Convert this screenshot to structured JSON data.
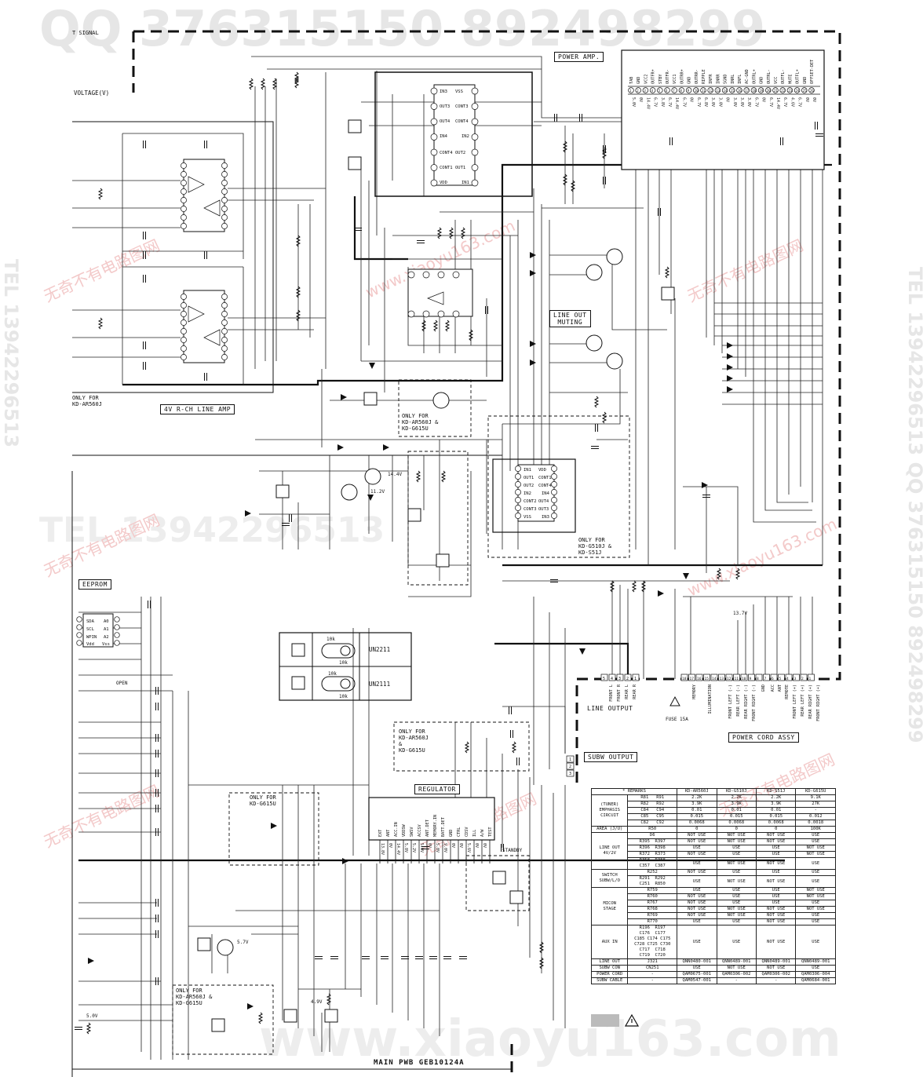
{
  "watermarks": {
    "top": "QQ 376315150   892498299",
    "right": "TEL 13942296513 QQ 376315150 892498299",
    "left": "TEL 13942296513",
    "mid": "TEL 13942296513",
    "bottom": "www.xiaoyu163.com",
    "cn_brand": "无奇不有电路图网",
    "cn_url": "www.xiaoyu163.com"
  },
  "labels": {
    "signal": "T SIGNAL",
    "voltage": "VOLTAGE(V)",
    "power_amp": "POWER AMP.",
    "line_amp": "4V R-CH LINE AMP",
    "only_for_ar560j_left": "ONLY FOR\nKD-AR560J",
    "line_out_muting": "LINE OUT\nMUTING",
    "only_for_ar560j_g615u": "ONLY FOR\nKD-AR560J &\nKD-G615U",
    "only_for_g510j_s51j": "ONLY FOR\nKD-G510J &\nKD-S51J",
    "eeprom": "EEPROM",
    "line_output": "LINE OUTPUT",
    "subw_output": "SUBW OUTPUT",
    "power_cord_assy": "POWER CORD ASSY",
    "regulator": "REGULATOR",
    "only_for_g615u": "ONLY FOR\nKD-G615U",
    "only_for_ar560j_g615u_b": "ONLY FOR\nKD-AR560J\n&\nKD-G615U",
    "only_for_ar560j_g615u_c": "ONLY FOR\nKD-AR560J &\nKD-G615U",
    "main_pwb": "MAIN PWB GEB10124A",
    "fuse": "FUSE 15A",
    "standby": "STANDBY",
    "open": "OPEN",
    "v137": "13.7V",
    "v144": "14.4V",
    "v112": "11.2V",
    "v50": "5.0V",
    "v49": "4.9V",
    "v57": "5.7V"
  },
  "power_amp_pins": [
    "TAB",
    "GND",
    "VCC2",
    "OUTFR+",
    "STBY",
    "OUTFR-",
    "VCC1",
    "OUTRR+",
    "GND",
    "OUTRR-",
    "RIPPLE",
    "INFR",
    "INRR",
    "SGND",
    "INRL",
    "INFL",
    "AC-GND",
    "OUTRL+",
    "GND",
    "OUTRL-",
    "VCC",
    "OUTFL-",
    "MUTE",
    "OUTFL+",
    "GND",
    "OFFSET-DET"
  ],
  "power_amp_volts": [
    "5.0V",
    "0V",
    "14.4V",
    "6.7V",
    "3.8V",
    "6.7V",
    "14.4V",
    "6.7V",
    "0V",
    "6.7V",
    "6.8V",
    "3.0V",
    "3.0V",
    "0V",
    "3.0V",
    "3.0V",
    "3.0V",
    "6.7V",
    "0V",
    "6.7V",
    "14.4V",
    "6.7V",
    "4.6V",
    "6.7V",
    "0V",
    "0V"
  ],
  "line_output_pins": [
    "FRONT L",
    "FRONT R",
    "REAR L",
    "REAR R"
  ],
  "power_cord_pins": [
    "MEMORY",
    "ILLUMINATION",
    "GND",
    "ACC",
    "ANT",
    "REMOTE",
    "FRONT LEFT (-)",
    "REAR LEFT (-)",
    "REAR RIGHT (-)",
    "FRONT RIGHT (-)",
    "FRONT LEFT (+)",
    "REAR LEFT (+)",
    "REAR RIGHT (+)",
    "FRONT RIGHT (+)"
  ],
  "regulator_pins": [
    "EXT",
    "ANT",
    "ACC.IN",
    "VDDSW",
    "SWSV",
    "ACCSV",
    "ANT.DET",
    "MEMORY.IN",
    "BATT.DET",
    "GND",
    "CTRL",
    "CDSV",
    "ILL",
    "A/W",
    "TEST"
  ],
  "regulator_volts": [
    "13.8V",
    "0V",
    "14.4V",
    "5.8V",
    "5.2V",
    "5.0V",
    "0V",
    "5.0V",
    "9.0V",
    "0V",
    "0V",
    "5.6V",
    "0V",
    "0V"
  ],
  "transistor_legend": [
    {
      "r1": "10k",
      "r2": "10k",
      "part": "UN2211"
    },
    {
      "r1": "10k",
      "r2": "10k",
      "part": "UN2111"
    }
  ],
  "spec_table": {
    "headers": [
      "* REMARKS",
      "KD-AR560J",
      "KD-G510J",
      "KD-S51J",
      "KD-G615U"
    ],
    "sections": [
      {
        "name": "(TUNER)\nEMPHASIS\nCIRCUIT",
        "rows": [
          [
            "R81   R91",
            "2.2K",
            "2.2K",
            "2.2K",
            "9.1K"
          ],
          [
            "R82   R92",
            "3.9K",
            "3.9K",
            "3.9K",
            "27K"
          ],
          [
            "C84   C94",
            "0.01",
            "0.01",
            "0.01",
            "-"
          ],
          [
            "C85   C95",
            "0.015",
            "0.015",
            "0.015",
            "0.012"
          ],
          [
            "C82   C92",
            "0.0068",
            "0.0068",
            "0.0068",
            "0.0018"
          ]
        ]
      },
      {
        "name": "AREA (J/U)",
        "rows": [
          [
            "R50",
            "0",
            "0",
            "0",
            "100K"
          ]
        ]
      },
      {
        "name": "LINE OUT\n4V/2V",
        "rows": [
          [
            "D6",
            "NOT USE",
            "NOT USE",
            "NOT USE",
            "USE"
          ],
          [
            "R395  R397",
            "NOT USE",
            "NOT USE",
            "NOT USE",
            "USE"
          ],
          [
            "R396  R398",
            "USE",
            "USE",
            "USE",
            "NOT USE"
          ],
          [
            "R372  R373",
            "NOT USE",
            "USE",
            "USE",
            "NOT USE"
          ],
          [
            "R358  R388\nC357  C387",
            "USE",
            "NOT USE",
            "NOT USE",
            "USE"
          ]
        ]
      },
      {
        "name": "SWITCH\nSUBW/L/O",
        "rows": [
          [
            "R252",
            "NOT USE",
            "USE",
            "USE",
            "USE"
          ],
          [
            "R291  R292\nC251  R850",
            "USE",
            "NOT USE",
            "NOT USE",
            "USE"
          ]
        ]
      },
      {
        "name": "MICON\nSTAGE",
        "rows": [
          [
            "R759",
            "USE",
            "USE",
            "USE",
            "NOT USE"
          ],
          [
            "R760",
            "NOT USE",
            "USE",
            "USE",
            "NOT USE"
          ],
          [
            "R767",
            "NOT USE",
            "USE",
            "USE",
            "USE"
          ],
          [
            "R768",
            "NOT USE",
            "NOT USE",
            "NOT USE",
            "NOT USE"
          ],
          [
            "R769",
            "NOT USE",
            "NOT USE",
            "NOT USE",
            "USE"
          ],
          [
            "R770",
            "USE",
            "USE",
            "NOT USE",
            "USE"
          ]
        ]
      },
      {
        "name": "AUX IN",
        "rows": [
          [
            "R196  R197\nC176  C177\nC185 C174 C175\nC728 C725 C730\nC717  C718\nC719  C720",
            "USE",
            "USE",
            "NOT USE",
            "USE"
          ]
        ]
      },
      {
        "name": "LINE OUT",
        "rows": [
          [
            "J321",
            "QNN0480-001",
            "QNN0489-001",
            "QNN0489-001",
            "QNN0489-001"
          ]
        ]
      },
      {
        "name": "SUBW CON",
        "rows": [
          [
            "CN251",
            "USE",
            "NOT USE",
            "NOT USE",
            "USE"
          ]
        ]
      },
      {
        "name": "POWER CORD",
        "rows": [
          [
            "-",
            "QAM0675-001",
            "QAM0306-002",
            "QAM0306-002",
            "QAM0306-004"
          ]
        ]
      },
      {
        "name": "SUBW CABLE",
        "rows": [
          [
            "-",
            "QAM0547-001",
            "-",
            "-",
            "QAM0684-001"
          ]
        ]
      }
    ]
  }
}
